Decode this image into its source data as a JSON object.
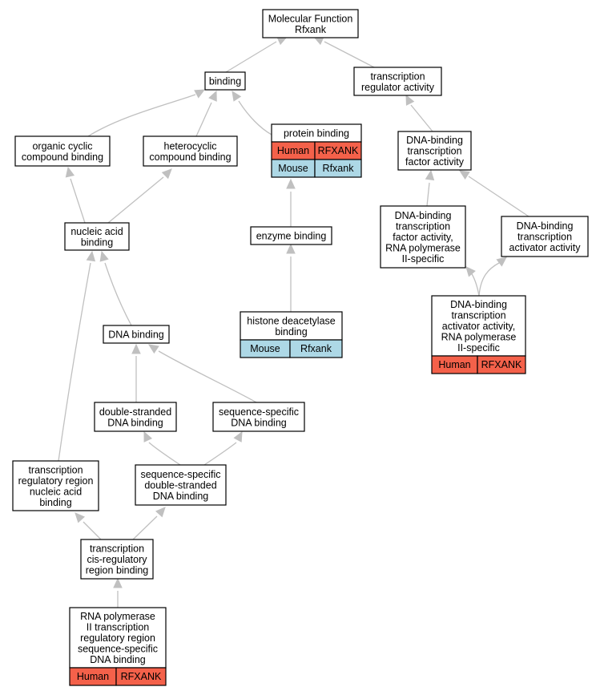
{
  "colors": {
    "human": "#f4614a",
    "mouse": "#add8e6",
    "edge": "#c0c0c0"
  },
  "nodes": {
    "root": [
      "Molecular Function",
      "Rfxank"
    ],
    "binding": [
      "binding"
    ],
    "tra": [
      "transcription",
      "regulator activity"
    ],
    "ocb": [
      "organic cyclic",
      "compound binding"
    ],
    "hcb": [
      "heterocyclic",
      "compound binding"
    ],
    "pb": [
      "protein binding"
    ],
    "dbtfa": [
      "DNA-binding",
      "transcription",
      "factor activity"
    ],
    "nab": [
      "nucleic acid",
      "binding"
    ],
    "eb": [
      "enzyme binding"
    ],
    "rnapol": [
      "DNA-binding",
      "transcription",
      "factor activity,",
      "RNA polymerase",
      "II-specific"
    ],
    "act": [
      "DNA-binding",
      "transcription",
      "activator activity"
    ],
    "actrna": [
      "DNA-binding",
      "transcription",
      "activator activity,",
      "RNA polymerase",
      "II-specific"
    ],
    "hdb": [
      "histone deacetylase",
      "binding"
    ],
    "dnab": [
      "DNA binding"
    ],
    "dsdna": [
      "double-stranded",
      "DNA binding"
    ],
    "ssdna": [
      "sequence-specific",
      "DNA binding"
    ],
    "trrnab": [
      "transcription",
      "regulatory region",
      "nucleic acid",
      "binding"
    ],
    "ssds": [
      "sequence-specific",
      "double-stranded",
      "DNA binding"
    ],
    "tcrb": [
      "transcription",
      "cis-regulatory",
      "region binding"
    ],
    "rnaii": [
      "RNA polymerase",
      "II transcription",
      "regulatory region",
      "sequence-specific",
      "DNA binding"
    ]
  },
  "annotations": {
    "pb_human": [
      "Human",
      "RFXANK"
    ],
    "pb_mouse": [
      "Mouse",
      "Rfxank"
    ],
    "actrna_human": [
      "Human",
      "RFXANK"
    ],
    "hdb_mouse": [
      "Mouse",
      "Rfxank"
    ],
    "rnaii_human": [
      "Human",
      "RFXANK"
    ]
  }
}
